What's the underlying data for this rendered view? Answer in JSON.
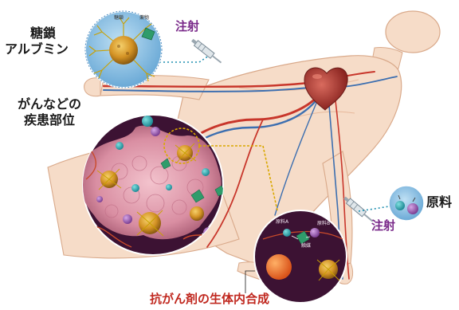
{
  "labels": {
    "glycoalbumin_line1": "糖鎖",
    "glycoalbumin_line2": "アルブミン",
    "disease_line1": "がんなどの",
    "disease_line2": "疾患部位",
    "injection_top": "注射",
    "injection_bottom": "注射",
    "raw_material": "原料",
    "synthesis": "抗がん剤の生体内合成"
  },
  "inset_top": {
    "tag1": "糖鎖",
    "tag2": "薬物"
  },
  "inset_bottom": {
    "tag_a": "原料A",
    "tag_b": "原料B",
    "tag_c": "触媒"
  },
  "colors": {
    "skin": "#f6dcc8",
    "skin_edge": "#d9a98a",
    "artery": "#c8362b",
    "vein": "#3d6fb0",
    "inset_blue": "#8fc3e6",
    "tumor_bg": "#3c1233",
    "tumor_mass": "#e3a5b2",
    "albumin": "#d89a2a",
    "drug": "#2f9c6b",
    "dotted": "#d9a800",
    "label_purple": "#7a2a8a",
    "label_red": "#c0281f"
  }
}
